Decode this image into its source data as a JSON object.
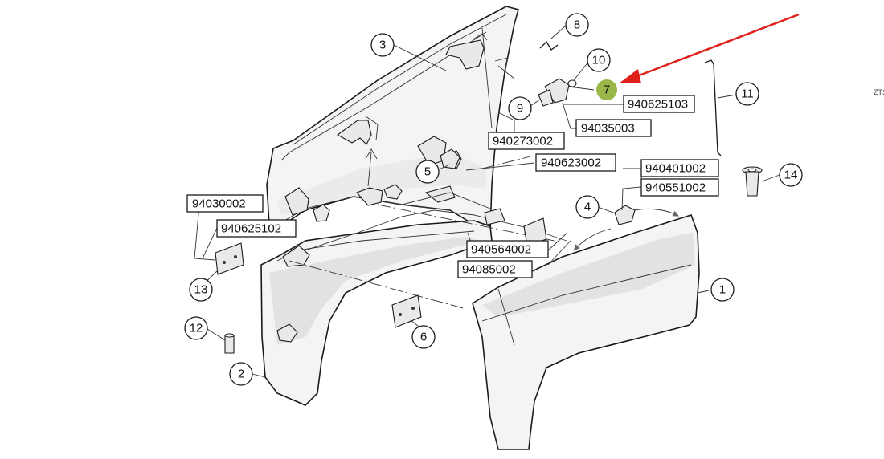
{
  "callouts": [
    "1",
    "2",
    "3",
    "4",
    "5",
    "6",
    "7",
    "8",
    "9",
    "10",
    "11",
    "12",
    "13",
    "14"
  ],
  "highlighted_callout": "7",
  "part_numbers": [
    "940625103",
    "94035003",
    "940273002",
    "940623002",
    "940401002",
    "940551002",
    "94030002",
    "940625102",
    "940564002",
    "94085002"
  ],
  "edge_label": "ZTS",
  "colors": {
    "highlight": "#9ab84a",
    "arrow": "#e0201b",
    "line": "#1a1a1a"
  },
  "icons": {
    "arrow": "red-arrow-icon"
  }
}
